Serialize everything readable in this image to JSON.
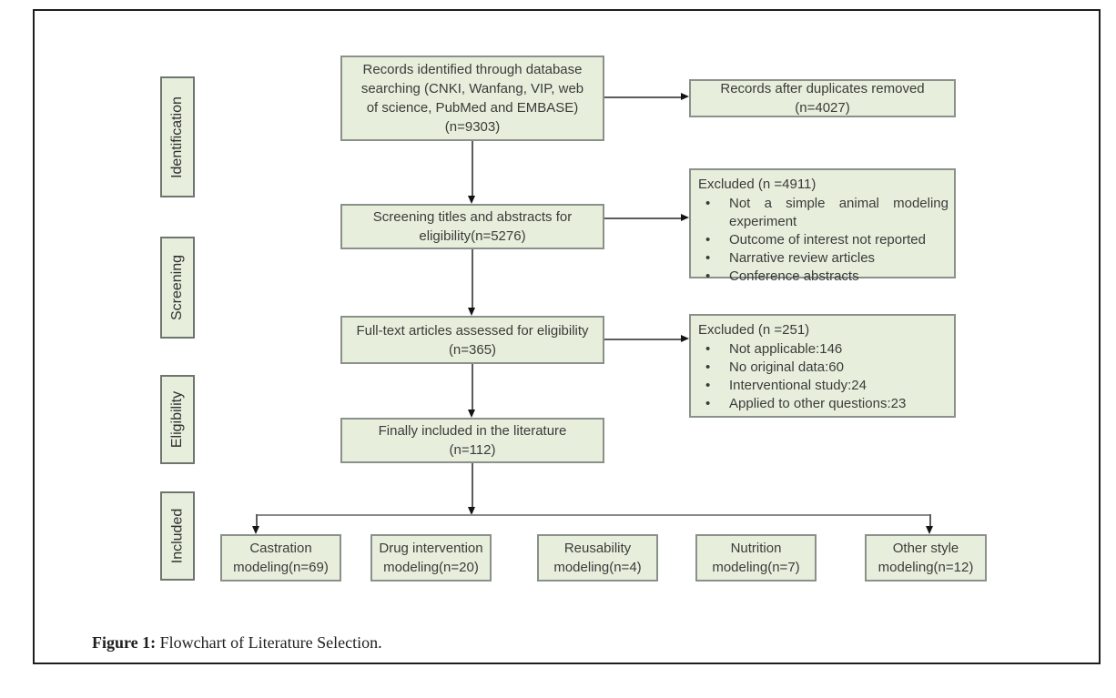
{
  "caption": {
    "label": "Figure 1:",
    "text": " Flowchart of Literature Selection."
  },
  "glyphs": {
    "bullet": "•"
  },
  "colors": {
    "box_fill": "#e7efdc",
    "box_border": "#8a918a",
    "stage_border": "#6e756e",
    "connector_line": "#5c5c5c",
    "arrowhead": "#141414",
    "frame_border": "#1d1d1d",
    "text": "#3b3b3b"
  },
  "stages": [
    {
      "label": "Identification"
    },
    {
      "label": "Screening"
    },
    {
      "label": "Eligibility"
    },
    {
      "label": "Included"
    }
  ],
  "main_flow": [
    {
      "lines": [
        "Records identified through database",
        "searching (CNKI, Wanfang, VIP, web",
        "of science, PubMed and EMBASE)",
        "(n=9303)"
      ]
    },
    {
      "lines": [
        "Screening titles and abstracts for",
        "eligibility(n=5276)"
      ]
    },
    {
      "lines": [
        "Full-text articles assessed for eligibility",
        "(n=365)"
      ]
    },
    {
      "lines": [
        "Finally included in the literature",
        "(n=112)"
      ]
    }
  ],
  "side_boxes": [
    {
      "lines": [
        "Records after duplicates removed",
        "(n=4027)"
      ]
    },
    {
      "title": "Excluded (n =4911)",
      "items": [
        "Not a simple animal modeling experiment",
        "Outcome of interest not reported",
        "Narrative review articles",
        "Conference abstracts"
      ]
    },
    {
      "title": "Excluded (n =251)",
      "items": [
        "Not applicable:146",
        "No original data:60",
        "Interventional study:24",
        "Applied to other questions:23"
      ]
    }
  ],
  "included_boxes": [
    {
      "lines": [
        "Castration",
        "modeling(n=69)"
      ]
    },
    {
      "lines": [
        "Drug intervention",
        "modeling(n=20)"
      ]
    },
    {
      "lines": [
        "Reusability",
        "modeling(n=4)"
      ]
    },
    {
      "lines": [
        "Nutrition",
        "modeling(n=7)"
      ]
    },
    {
      "lines": [
        "Other style",
        "modeling(n=12)"
      ]
    }
  ]
}
